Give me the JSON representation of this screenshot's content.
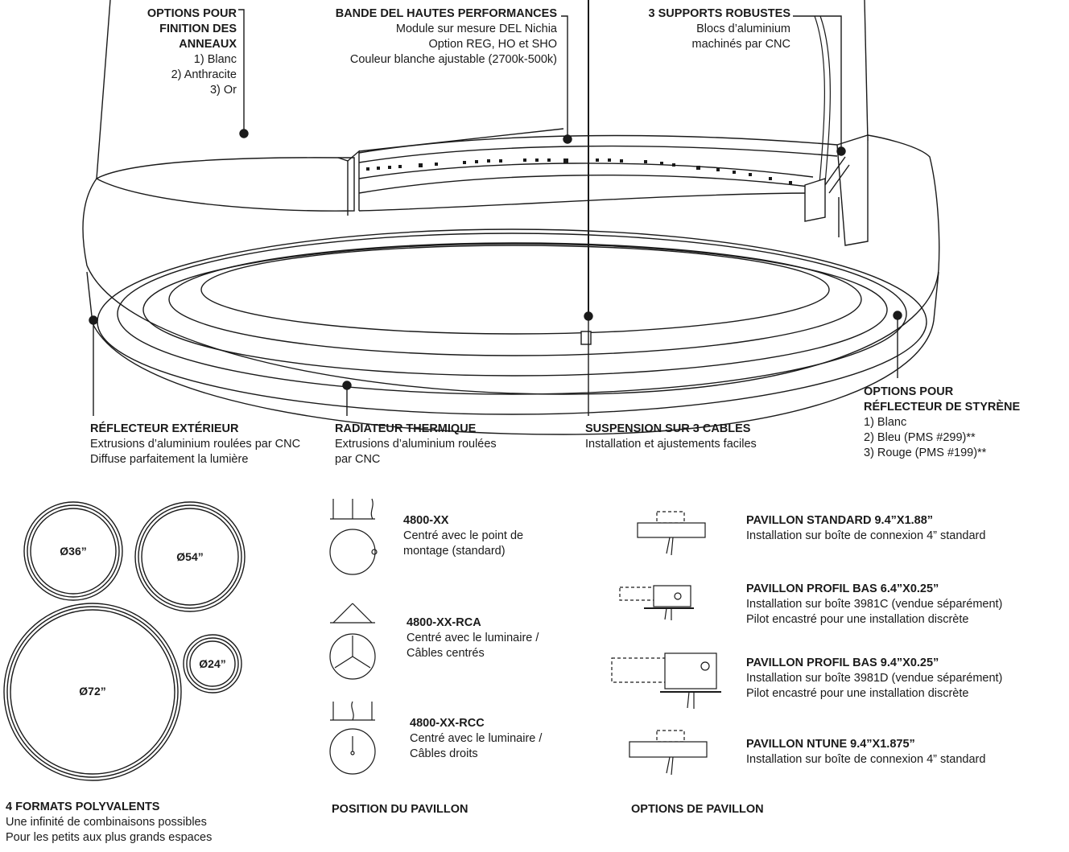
{
  "callouts": {
    "finition": {
      "title_lines": [
        "OPTIONS POUR",
        "FINITION DES",
        "ANNEAUX"
      ],
      "lines": [
        "1) Blanc",
        "2) Anthracite",
        "3) Or"
      ]
    },
    "bande": {
      "title": "BANDE DEL HAUTES PERFORMANCES",
      "lines": [
        "Module sur mesure DEL Nichia",
        "Option REG, HO et SHO",
        "Couleur blanche ajustable (2700k-500k)"
      ]
    },
    "supports": {
      "title": "3 SUPPORTS ROBUSTES",
      "lines": [
        "Blocs d’aluminium",
        "machinés par CNC"
      ]
    },
    "reflecteur_ext": {
      "title": "RÉFLECTEUR EXTÉRIEUR",
      "lines": [
        "Extrusions d’aluminium roulées par CNC",
        "Diffuse parfaitement la lumière"
      ]
    },
    "radiateur": {
      "title": "RADIATEUR THERMIQUE",
      "lines": [
        "Extrusions d’aluminium roulées",
        "par CNC"
      ]
    },
    "suspension": {
      "title": "SUSPENSION SUR 3 CABLES",
      "lines": [
        "Installation et ajustements faciles"
      ]
    },
    "styrene": {
      "title_lines": [
        "OPTIONS POUR",
        "RÉFLECTEUR DE STYRÈNE"
      ],
      "lines": [
        "1) Blanc",
        "2) Bleu (PMS #299)**",
        "3) Rouge (PMS #199)**"
      ]
    }
  },
  "formats": {
    "sizes": [
      "Ø36”",
      "Ø54”",
      "Ø72”",
      "Ø24”"
    ],
    "title": "4 FORMATS POLYVALENTS",
    "lines": [
      "Une infinité de combinaisons possibles",
      "Pour les petits aux plus grands espaces"
    ]
  },
  "position": {
    "title": "POSITION DU PAVILLON",
    "items": [
      {
        "code": "4800-XX",
        "lines": [
          "Centré avec le point de",
          "montage (standard)"
        ]
      },
      {
        "code": "4800-XX-RCA",
        "lines": [
          "Centré avec le luminaire /",
          "Câbles centrés"
        ]
      },
      {
        "code": "4800-XX-RCC",
        "lines": [
          "Centré avec le luminaire /",
          "Câbles droits"
        ]
      }
    ]
  },
  "pavillon": {
    "title": "OPTIONS DE PAVILLON",
    "items": [
      {
        "title": "PAVILLON STANDARD 9.4”X1.88”",
        "lines": [
          "Installation sur boîte  de connexion 4” standard"
        ]
      },
      {
        "title": "PAVILLON PROFIL BAS 6.4”X0.25”",
        "lines": [
          "Installation sur boîte 3981C (vendue séparément)",
          "Pilot encastré pour une installation discrète"
        ]
      },
      {
        "title": "PAVILLON PROFIL BAS 9.4”X0.25”",
        "lines": [
          "Installation sur boîte 3981D (vendue séparément)",
          "Pilot encastré pour une installation discrète"
        ]
      },
      {
        "title": "PAVILLON NTUNE 9.4”X1.875”",
        "lines": [
          "Installation sur boîte  de connexion 4” standard"
        ]
      }
    ]
  }
}
